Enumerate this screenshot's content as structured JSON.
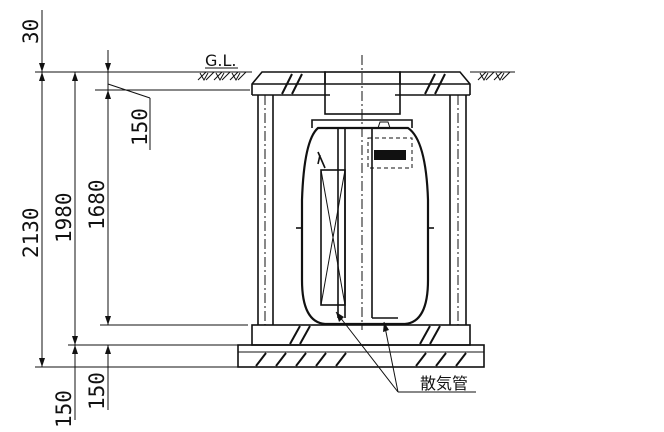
{
  "dimensions": {
    "top_cover": "30",
    "total": "2130",
    "tank": "1980",
    "inner": "1680",
    "inlet": "150",
    "base_left": "150",
    "base_right": "150"
  },
  "labels": {
    "ground_level": "G.L.",
    "aeration_pipe": "散気管"
  }
}
